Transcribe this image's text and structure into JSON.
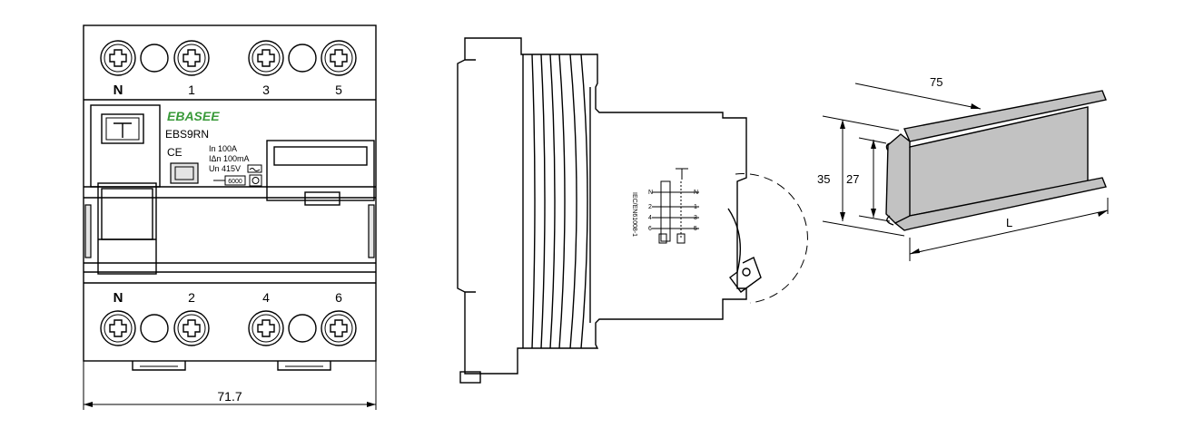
{
  "front_view": {
    "top_terminal_labels": [
      "N",
      "1",
      "3",
      "5"
    ],
    "bottom_terminal_labels": [
      "N",
      "2",
      "4",
      "6"
    ],
    "brand": "EBASEE",
    "model": "EBS9RN",
    "ce_mark": "CE",
    "rating_in": "In   100A",
    "rating_idn": "IΔn  100mA",
    "rating_un": "Un  415V",
    "rating_code": "6000",
    "width_dimension": "71.7"
  },
  "side_view": {
    "standard_text": "IEC/EN61008-1",
    "schematic_labels": [
      "N",
      "2",
      "4",
      "6",
      "N",
      "1",
      "3",
      "5"
    ]
  },
  "din_rail": {
    "length_dimension": "75",
    "outer_height": "35",
    "inner_height": "27",
    "length_label": "L"
  },
  "colors": {
    "brand_green": "#3a9a3a",
    "rail_fill": "#c2c2c2"
  }
}
